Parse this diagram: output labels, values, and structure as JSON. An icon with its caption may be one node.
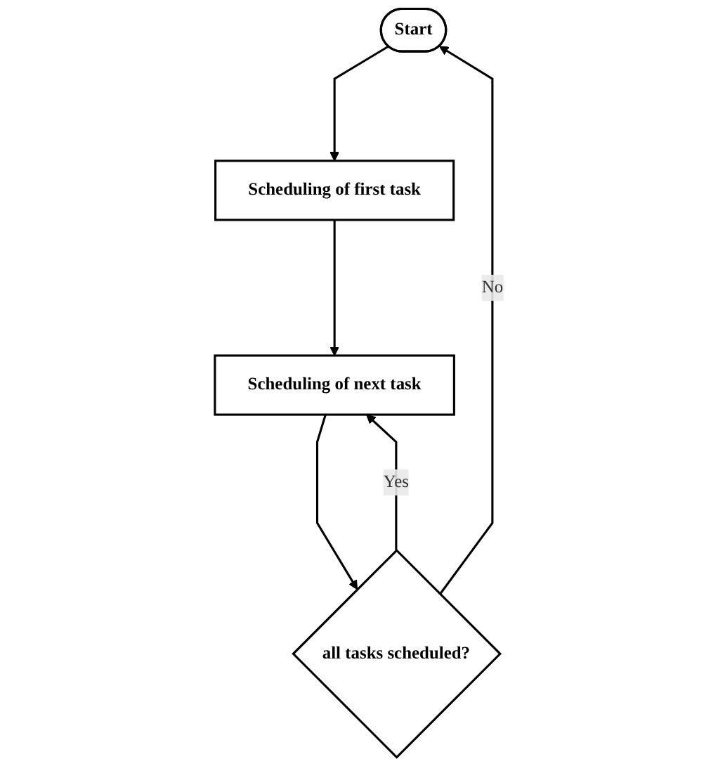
{
  "diagram": {
    "nodes": [
      {
        "text": [
          "Start"
        ]
      },
      {
        "text": [
          "Scheduling of first task"
        ]
      },
      {
        "text": [
          "Scheduling of next task"
        ]
      },
      {
        "text": [
          "all tasks scheduled?"
        ]
      }
    ],
    "edges": [
      {
        "from": 0,
        "to": 1,
        "arrow": "to"
      },
      {
        "from": 1,
        "to": 2,
        "arrow": "to"
      },
      {
        "from": 2,
        "to": 3,
        "arrow": "to"
      },
      {
        "from": 3,
        "to": 2,
        "arrow": "to",
        "label": "Yes"
      },
      {
        "from": 3,
        "to": 0,
        "arrow": "to",
        "label": "No"
      }
    ]
  }
}
